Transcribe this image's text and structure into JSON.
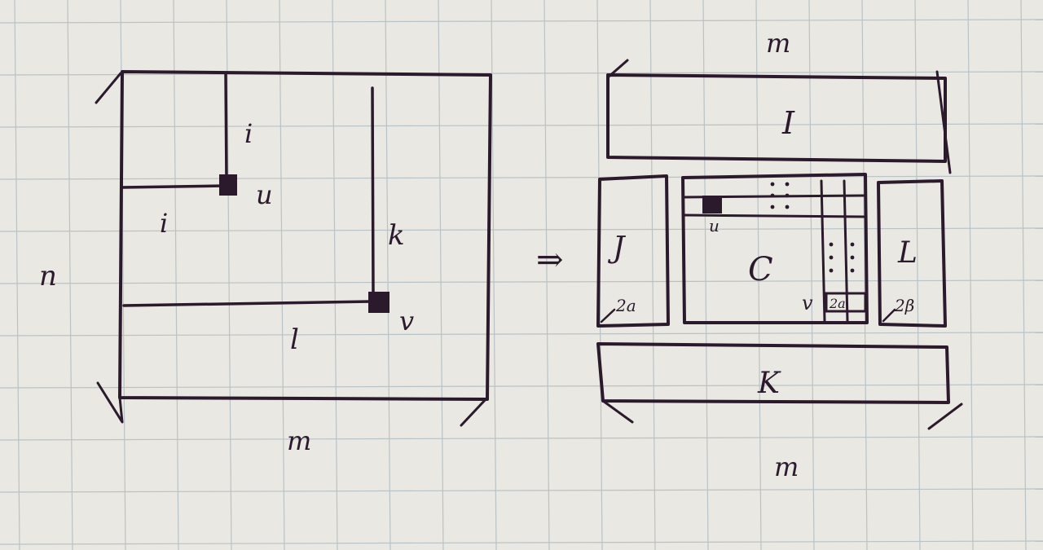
{
  "left": {
    "n": "n",
    "m": "m",
    "i_top": "i",
    "i_left": "i",
    "u": "u",
    "k": "k",
    "v": "v",
    "l": "l"
  },
  "arrow": "⇒",
  "right": {
    "m_top": "m",
    "I": "I",
    "J": "J",
    "J_dim": "2a",
    "C": "C",
    "u": "u",
    "v": "v",
    "v_dim": "2a",
    "L": "L",
    "L_dim": "2β",
    "K": "K",
    "m_bottom": "m"
  },
  "colors": {
    "paper": "#e9e8e2",
    "grid": "#b9c2c5",
    "ink": "#2a1a2c"
  }
}
